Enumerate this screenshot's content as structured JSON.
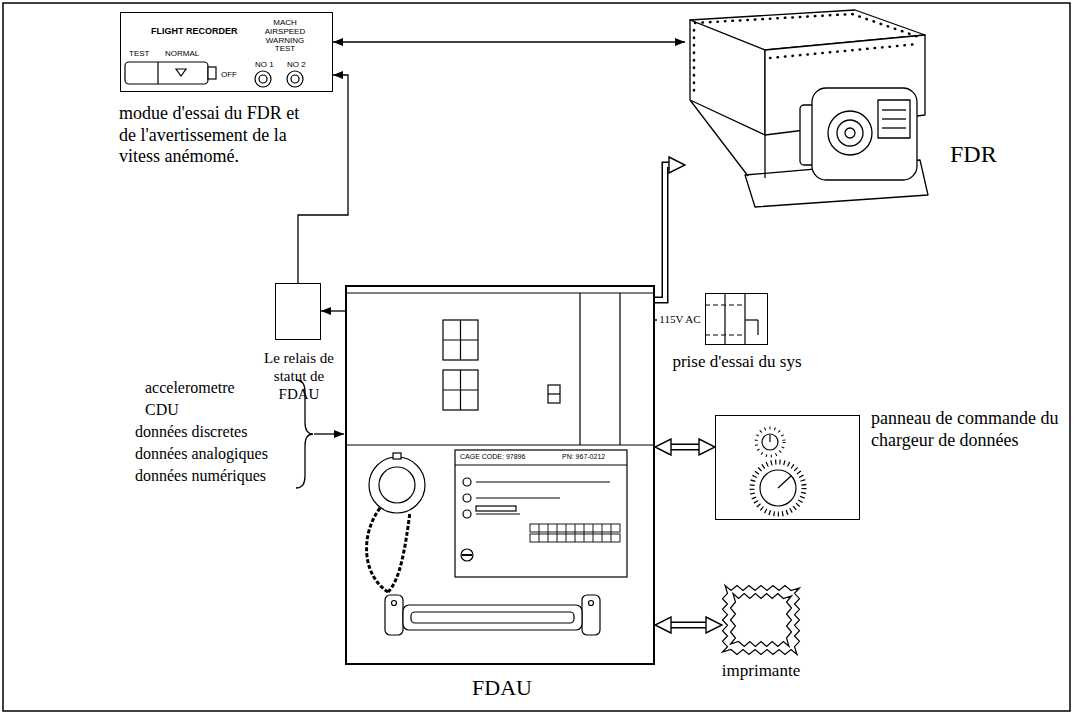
{
  "diagram": {
    "nodes": [
      {
        "text": [
          "FLIGHT RECORDER",
          "TEST",
          "NORMAL",
          "OFF",
          "MACH AIRSPEED WARNING TEST",
          "NO 1",
          "NO 2",
          "modue d'essai du FDR et de l'avertissement de la vitess anémomé."
        ]
      },
      {
        "text": [
          "FDR"
        ]
      },
      {
        "text": [
          "Le relais de statut de FDAU"
        ]
      },
      {
        "text": [
          "FDAU"
        ]
      },
      {
        "text": [
          "prise d'essai du sys"
        ]
      },
      {
        "text": [
          "panneau de commande du chargeur de données"
        ]
      },
      {
        "text": [
          "imprimante"
        ]
      }
    ],
    "edges": [
      {
        "from": 0,
        "to": 1,
        "arrow": "both"
      },
      {
        "from": 3,
        "to": 2,
        "arrow": "to"
      },
      {
        "from": 2,
        "to": 0,
        "arrow": "to"
      },
      {
        "from": 3,
        "to": 1,
        "arrow": "to"
      },
      {
        "from": 3,
        "to": 4,
        "arrow": "none",
        "label": "115V AC"
      },
      {
        "from": 3,
        "to": 5,
        "arrow": "both"
      },
      {
        "from": 3,
        "to": 6,
        "arrow": "both"
      }
    ],
    "labels": [
      "accelerometre",
      "CDU",
      "données discretes",
      "données analogiques",
      "données numériques",
      "CAGE CODE: 97896",
      "PN: 967-0212"
    ]
  }
}
